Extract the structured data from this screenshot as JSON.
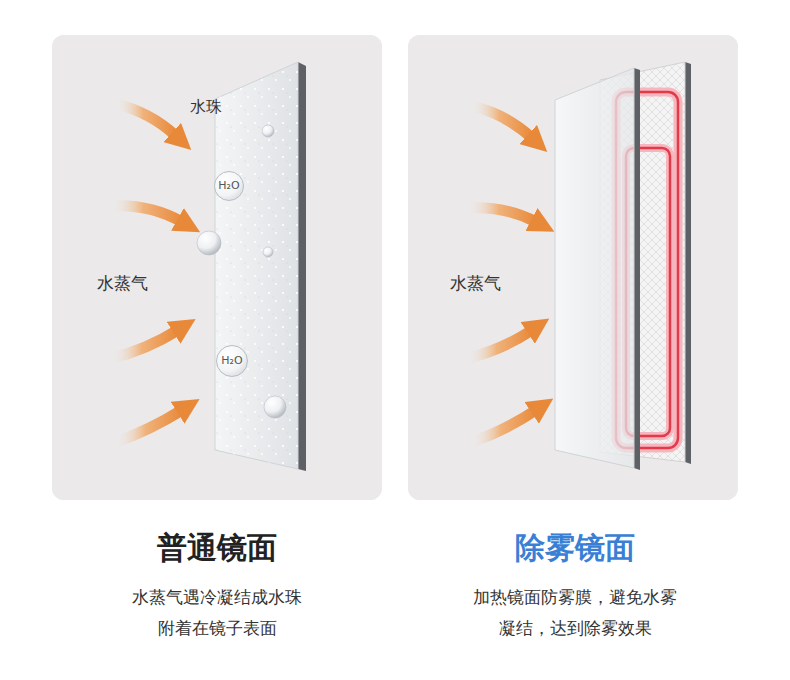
{
  "diagram": {
    "nodes": [
      {
        "text": [
          "水珠",
          "水蒸气"
        ]
      },
      {
        "text": [
          "H₂O"
        ],
        "in": 0
      },
      {
        "text": [
          "H₂O"
        ],
        "in": 0
      },
      {
        "text": [
          "水蒸气"
        ]
      }
    ],
    "labels": [
      "普通镜面",
      "水蒸气遇冷凝结成水珠 附着在镜子表面",
      "除雾镜面",
      "加热镜面防雾膜，避免水雾 凝结，达到除雾效果"
    ]
  }
}
